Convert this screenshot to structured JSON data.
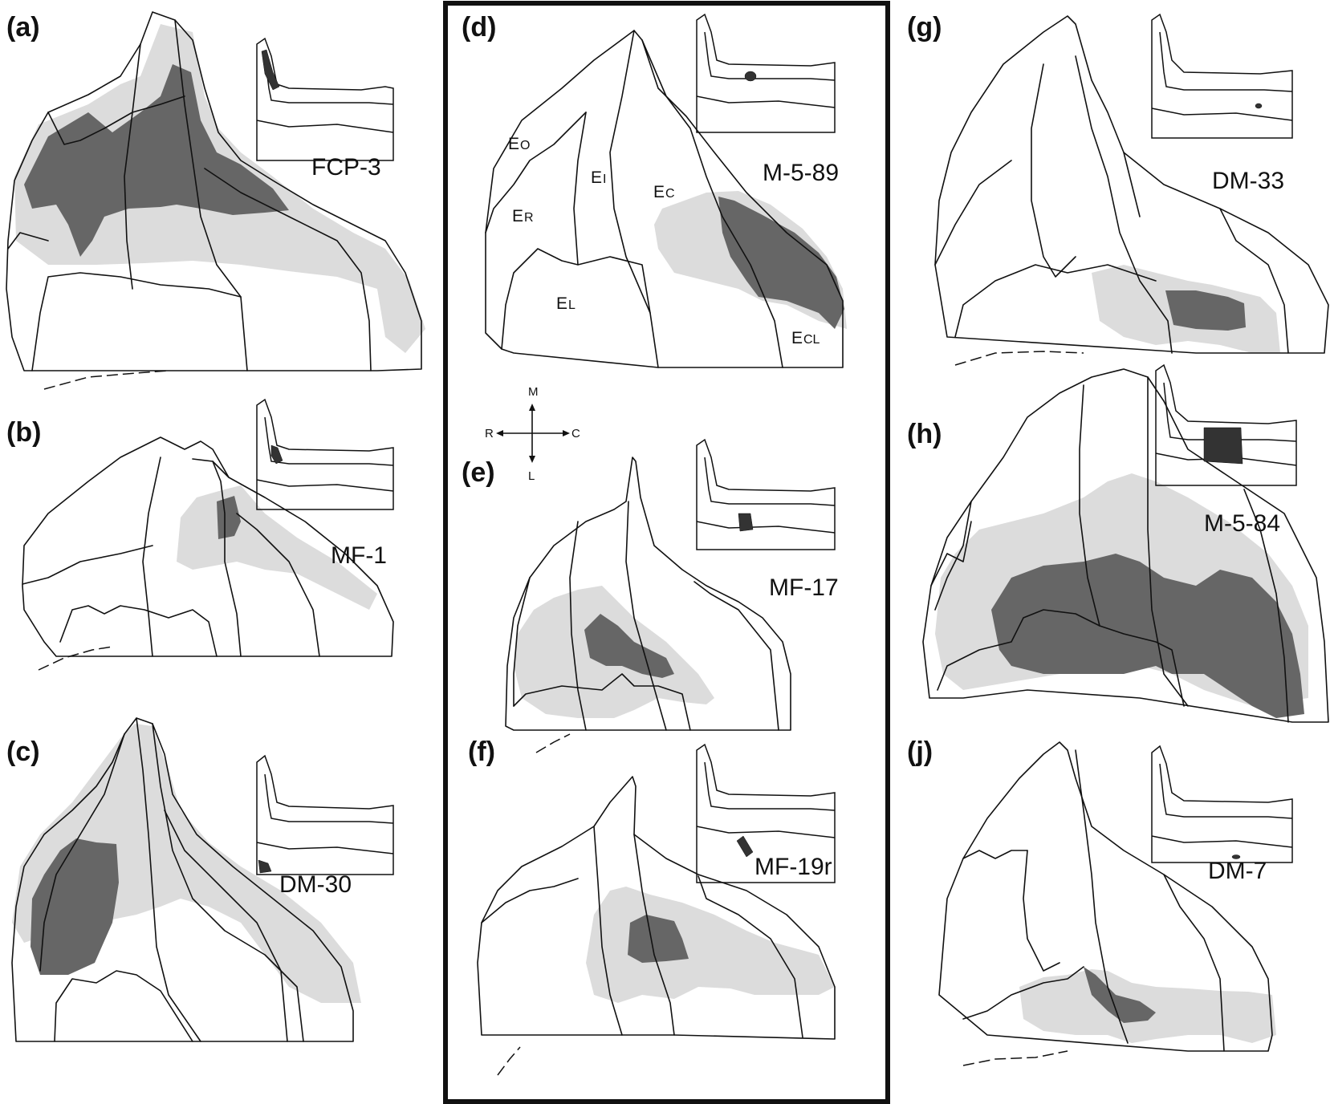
{
  "panels": [
    {
      "id": "a",
      "label": "(a)",
      "case": "FCP-3"
    },
    {
      "id": "b",
      "label": "(b)",
      "case": "MF-1"
    },
    {
      "id": "c",
      "label": "(c)",
      "case": "DM-30"
    },
    {
      "id": "d",
      "label": "(d)",
      "case": "M-5-89"
    },
    {
      "id": "e",
      "label": "(e)",
      "case": "MF-17"
    },
    {
      "id": "f",
      "label": "(f)",
      "case": "MF-19r"
    },
    {
      "id": "g",
      "label": "(g)",
      "case": "DM-33"
    },
    {
      "id": "h",
      "label": "(h)",
      "case": "M-5-84"
    },
    {
      "id": "j",
      "label": "(j)",
      "case": "DM-7"
    }
  ],
  "regions": {
    "eo": {
      "main": "E",
      "sub": "O"
    },
    "er": {
      "main": "E",
      "sub": "R"
    },
    "ei": {
      "main": "E",
      "sub": "I"
    },
    "ec": {
      "main": "E",
      "sub": "C"
    },
    "el": {
      "main": "E",
      "sub": "L"
    },
    "ecl": {
      "main": "E",
      "sub": "CL"
    }
  },
  "compass": {
    "up": "M",
    "down": "L",
    "left": "R",
    "right": "C"
  },
  "colors": {
    "light_region": "#dcdcdc",
    "dark_region": "#666666",
    "line": "#111111",
    "inset_mark": "#333333"
  }
}
